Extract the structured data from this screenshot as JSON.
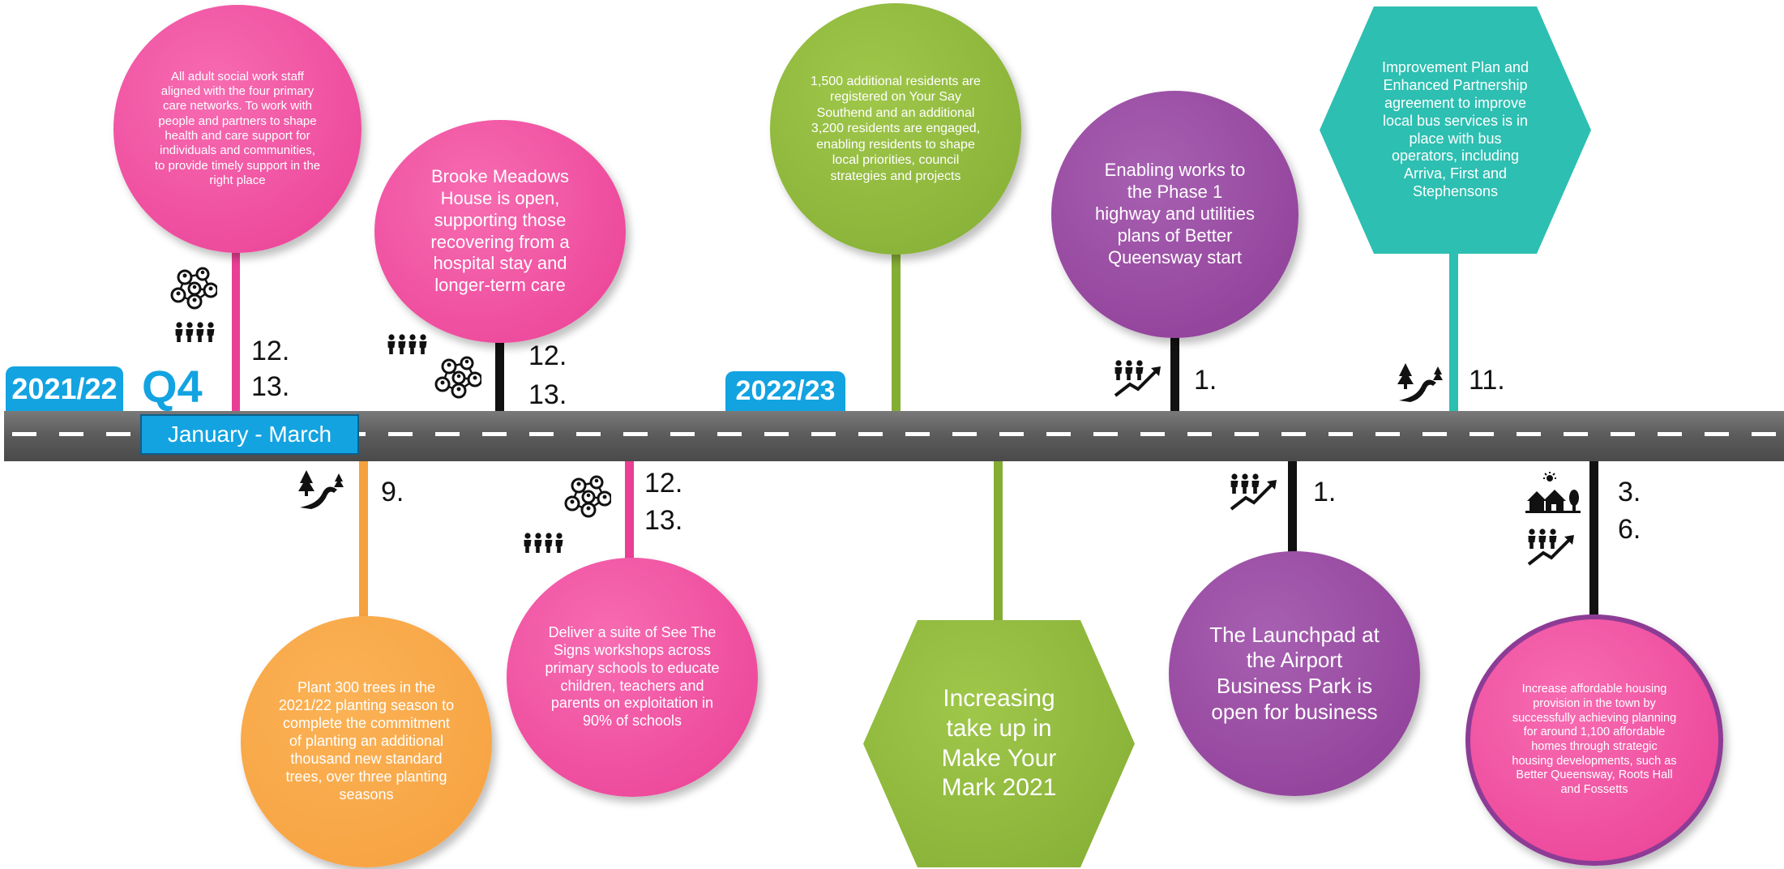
{
  "labels": {
    "year_1": "2021/22",
    "quarter": "Q4",
    "period": "January - March",
    "year_2": "2022/23"
  },
  "milestones": [
    {
      "text": "All adult social work staff aligned with the four primary care networks. To work with people and partners to shape health and care support for individuals and communities, to provide timely support in the right place",
      "refs": [
        "12.",
        "13."
      ],
      "color": "#ea3f95",
      "icons": [
        "network-people-icon",
        "people-group-icon"
      ]
    },
    {
      "text": "Brooke Meadows House is open, supporting those recovering from a hospital stay and longer-term care",
      "refs": [
        "12.",
        "13."
      ],
      "color": "#ea3f95",
      "icons": [
        "people-group-icon",
        "network-people-icon"
      ]
    },
    {
      "text": "1,500 additional residents are registered on Your Say Southend and an additional 3,200 residents are engaged, enabling residents to shape local priorities, council strategies and projects",
      "refs": [],
      "color": "#84ad34",
      "icons": []
    },
    {
      "text": "Enabling works to the Phase 1 highway and utilities plans of Better Queensway start",
      "refs": [
        "1."
      ],
      "color": "#8d3c96",
      "icons": [
        "people-growth-icon"
      ]
    },
    {
      "text": "Improvement Plan and Enhanced Partnership agreement to improve local bus services is in place with bus operators, including Arriva, First and Stephensons",
      "refs": [
        "11."
      ],
      "color": "#2dbfb1",
      "icons": [
        "trees-path-icon"
      ]
    },
    {
      "text": "Plant 300 trees in the 2021/22 planting season to complete the commitment of planting an additional thousand new standard trees, over three planting seasons",
      "refs": [
        "9."
      ],
      "color": "#f6a03e",
      "icons": [
        "trees-path-icon"
      ]
    },
    {
      "text": "Deliver a suite of See The Signs workshops across primary schools to educate children, teachers and parents on exploitation in 90% of schools",
      "refs": [
        "12.",
        "13."
      ],
      "color": "#ea3f95",
      "icons": [
        "network-people-icon",
        "people-group-icon"
      ]
    },
    {
      "text": "Increasing take up in Make Your Mark 2021",
      "refs": [],
      "color": "#84ad34",
      "icons": []
    },
    {
      "text": "The Launchpad at the Airport Business Park is open for business",
      "refs": [
        "1."
      ],
      "color": "#8d3c96",
      "icons": [
        "people-growth-icon"
      ]
    },
    {
      "text": "Increase affordable housing provision in the town by successfully achieving planning for around 1,100 affordable homes through strategic housing developments, such as Better Queensway, Roots Hall and Fossetts",
      "refs": [
        "3.",
        "6."
      ],
      "color": "#8d3c96",
      "icons": [
        "houses-sun-icon",
        "people-growth-icon"
      ]
    }
  ]
}
